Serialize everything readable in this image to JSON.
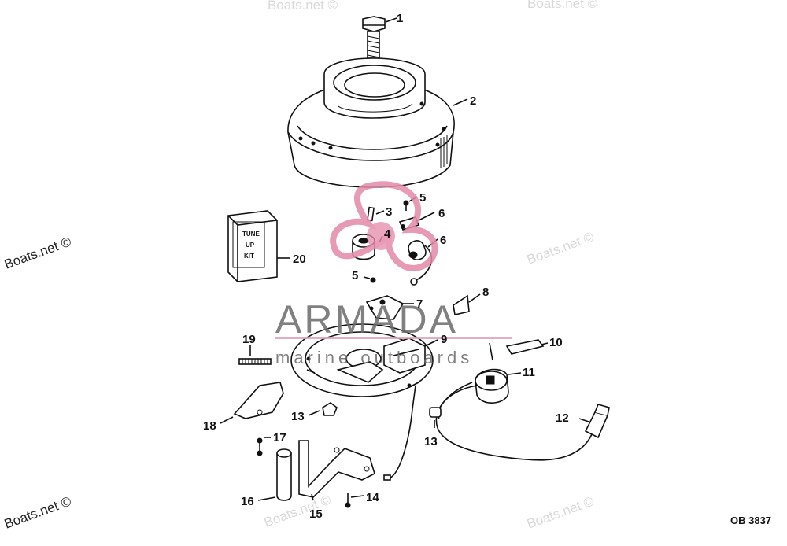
{
  "callouts": [
    "1",
    "2",
    "3",
    "4",
    "5",
    "5",
    "6",
    "6",
    "7",
    "8",
    "9",
    "10",
    "11",
    "12",
    "13",
    "13",
    "14",
    "15",
    "16",
    "17",
    "18",
    "19",
    "20"
  ],
  "tune_up_kit": {
    "line1": "TUNE",
    "line2": "UP",
    "line3": "KIT"
  },
  "watermark": {
    "brand": "ARMADA",
    "subtitle": "marine outboards",
    "site": "Boats.net ©"
  },
  "drawing_id": "OB 3837"
}
